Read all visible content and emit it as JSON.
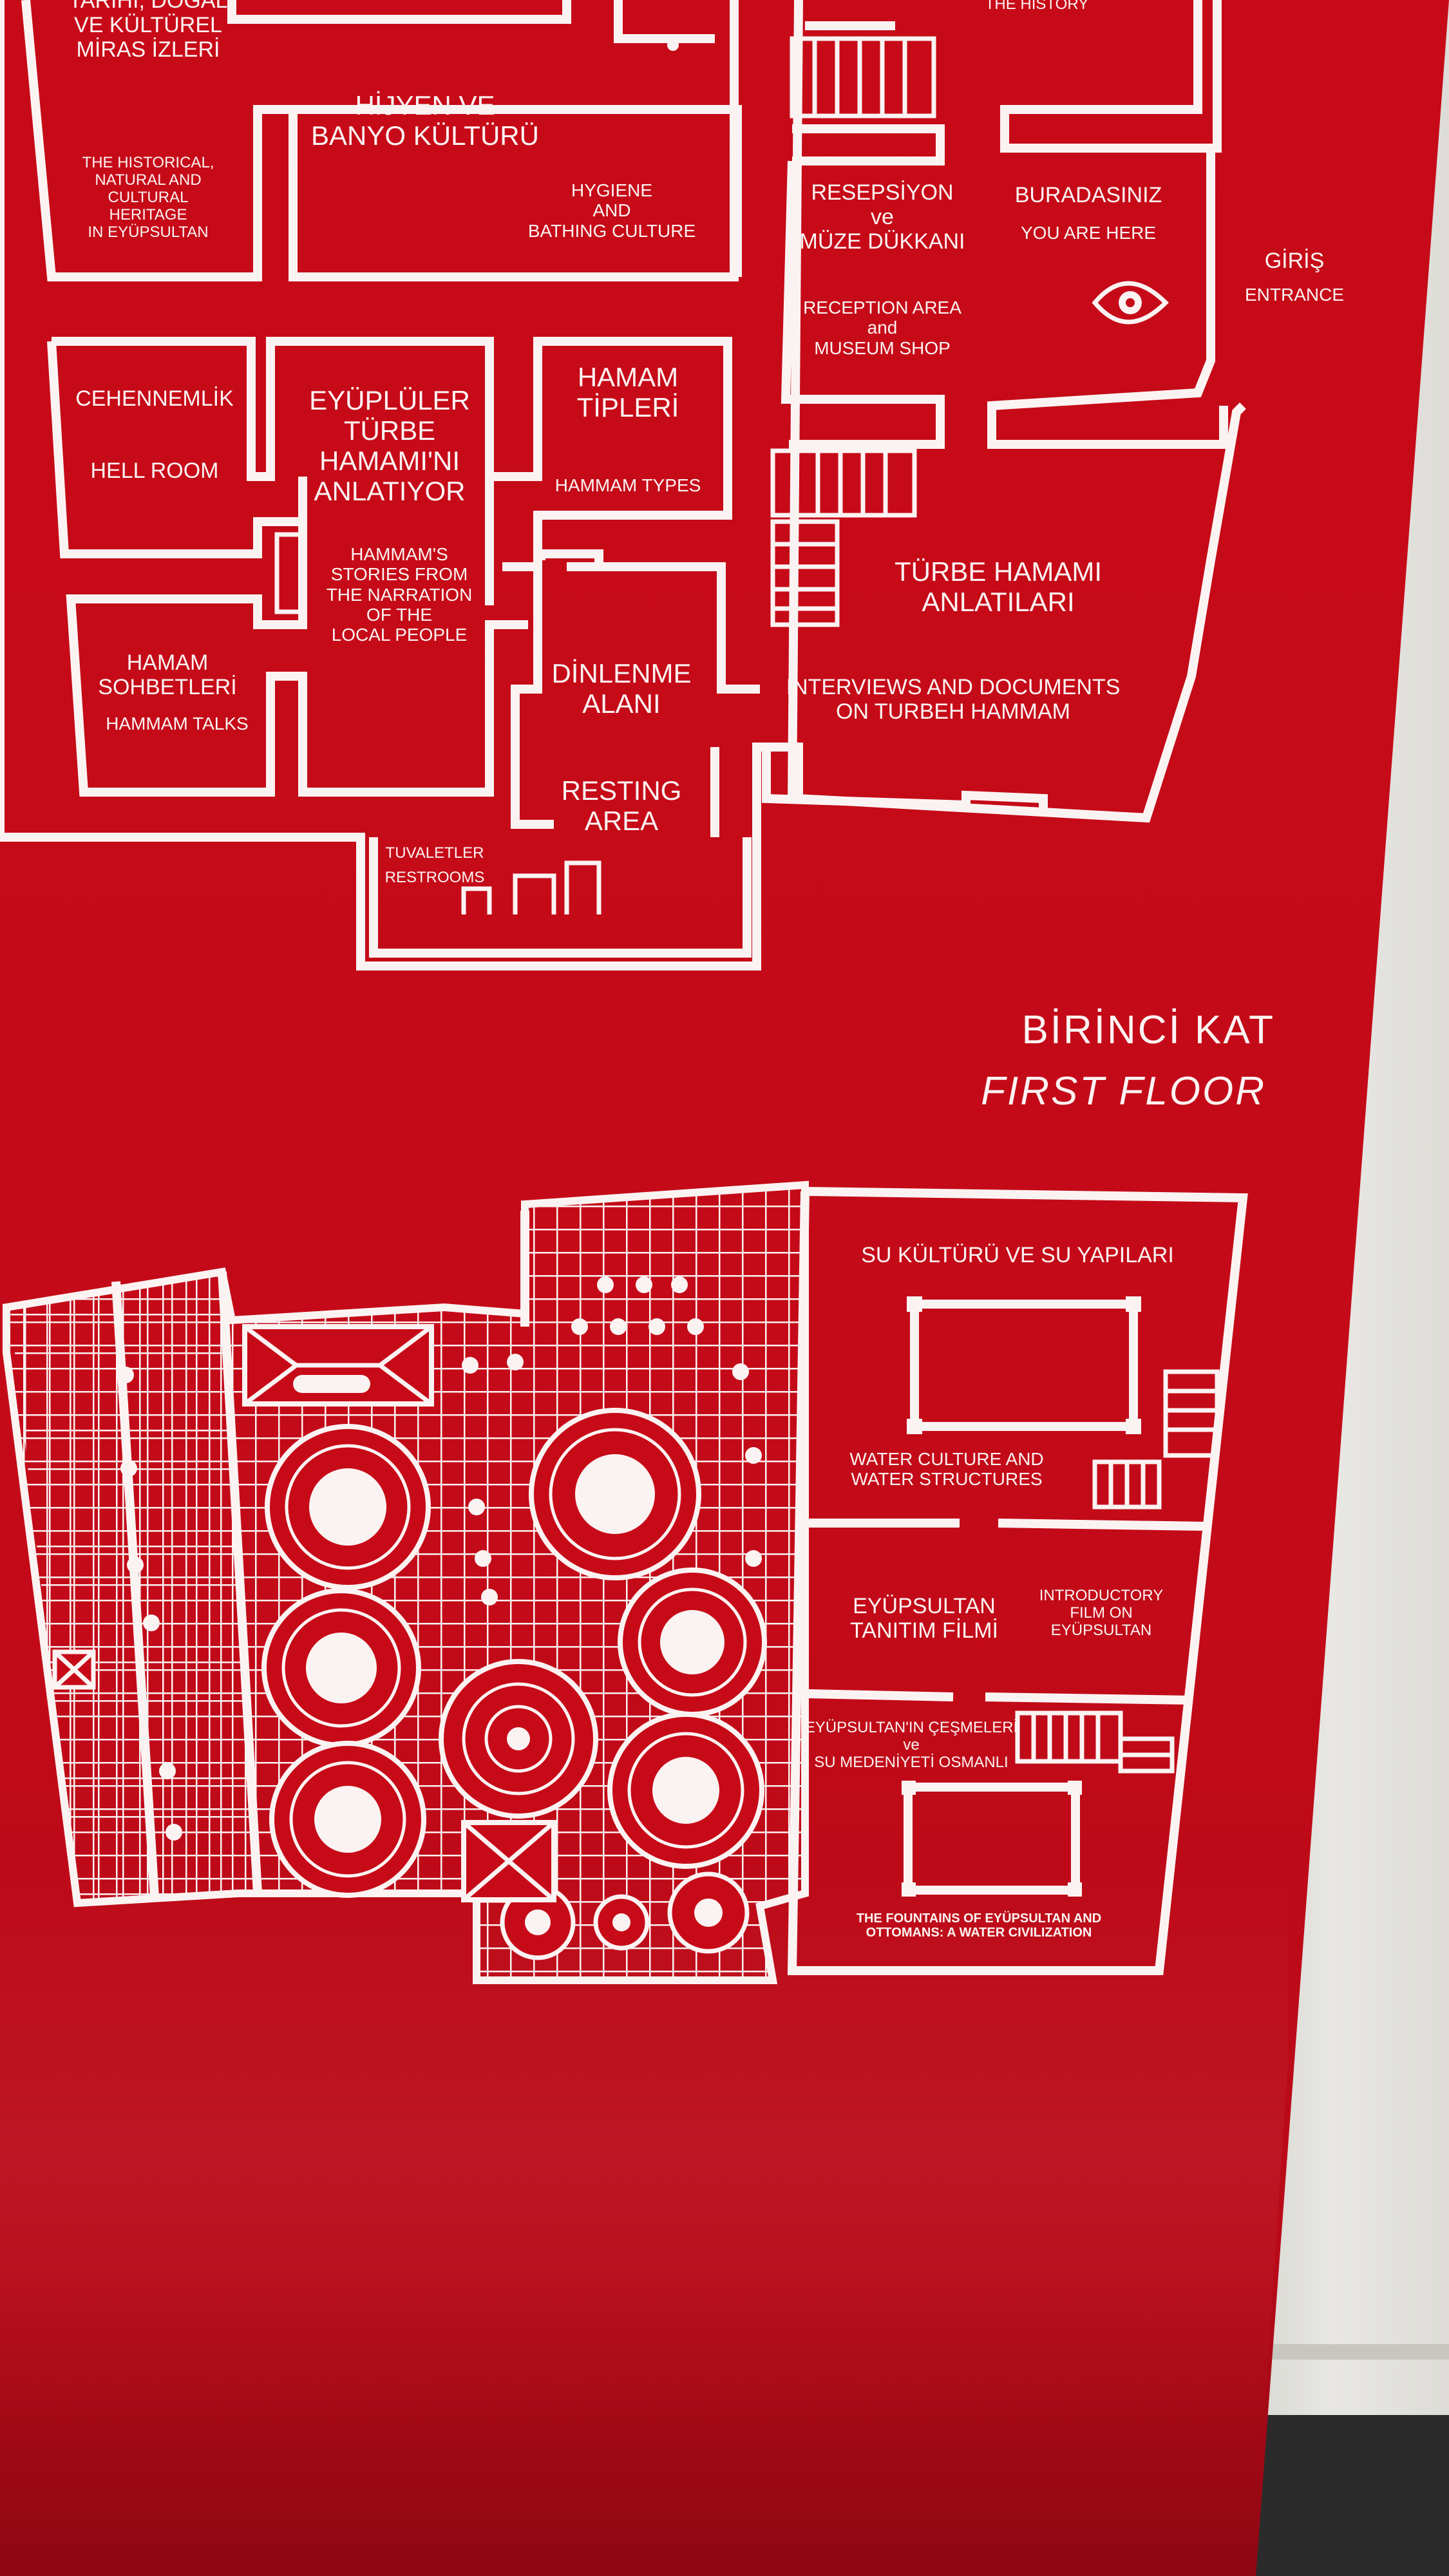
{
  "colors": {
    "panel": "#c70a18",
    "lines": "#fbf3f2",
    "wall": "#e9e7e2"
  },
  "ground_floor": {
    "rooms": {
      "heritage_tr": "TARİHİ, DOĞAL\nVE KÜLTÜREL\nMİRAS İZLERİ",
      "heritage_en": "THE HISTORICAL,\nNATURAL AND\nCULTURAL\nHERITAGE\nIN EYÜPSULTAN",
      "history_en": "THE HISTORY",
      "hygiene_tr": "HİJYEN VE\nBANYO KÜLTÜRÜ",
      "hygiene_en": "HYGIENE\nAND\nBATHING CULTURE",
      "reception_tr": "RESEPSİYON\nve\nMÜZE DÜKKANI",
      "reception_en": "RECEPTION AREA\nand\nMUSEUM SHOP",
      "here_tr": "BURADASINIZ",
      "here_en": "YOU ARE HERE",
      "entrance_tr": "GİRİŞ",
      "entrance_en": "ENTRANCE",
      "hell_tr": "CEHENNEMLİK",
      "hell_en": "HELL ROOM",
      "locals_tr": "EYÜPLÜLER\nTÜRBE\nHAMAMI'NI\nANLATIYOR",
      "locals_en": "HAMMAM'S\nSTORIES FROM\nTHE NARRATION\nOF THE\nLOCAL PEOPLE",
      "types_tr": "HAMAM\nTİPLERİ",
      "types_en": "HAMMAM  TYPES",
      "talks_tr": "HAMAM\nSOHBETLERİ",
      "talks_en": "HAMMAM TALKS",
      "turbe_tr": "TÜRBE HAMAMI\nANLATILARI",
      "turbe_en": "INTERVIEWS AND DOCUMENTS\nON TURBEH HAMMAM",
      "resting_tr": "DİNLENME\nALANI",
      "resting_en": "RESTING\nAREA",
      "toilet_tr": "TUVALETLER",
      "toilet_en": "RESTROOMS"
    },
    "here_icon": "eye-icon"
  },
  "first_floor": {
    "title_tr": "BİRİNCİ KAT",
    "title_en": "FIRST FLOOR",
    "rooms": {
      "water_tr": "SU KÜLTÜRÜ VE SU YAPILARI",
      "water_en": "WATER CULTURE AND\nWATER STRUCTURES",
      "film_tr": "EYÜPSULTAN\nTANITIM FİLMİ",
      "film_en": "INTRODUCTORY\nFILM ON\nEYÜPSULTAN",
      "fountains_tr": "EYÜPSULTAN'IN ÇEŞMELERİ\nve\nSU MEDENİYETİ OSMANLI",
      "fountains_en": "THE FOUNTAINS OF EYÜPSULTAN AND\nOTTOMANS: A WATER CIVILIZATION"
    }
  }
}
